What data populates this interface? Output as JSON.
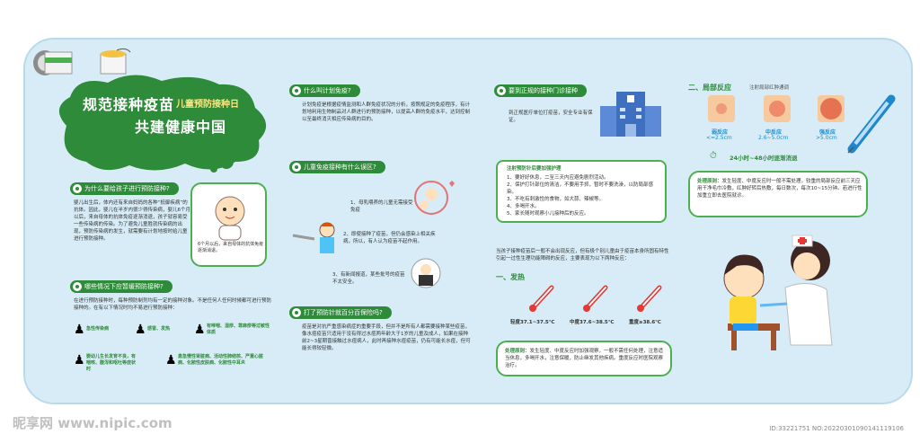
{
  "banner": {
    "line1": "规范接种疫苗",
    "line1b": "儿童预防接种日",
    "line2": "共建健康中国"
  },
  "col1": {
    "q1_title": "为什么要给孩子进行预防接种?",
    "q1_text": "婴儿出生后，体内还有来自妈妈的各种“抵御疾病”的抗体。因此，婴儿在半岁内很少得传染病，婴儿6个月以后，来自母体的抗体免疫逐渐消退，孩子就容易受一些传染病的传染。为了避免儿童胜就传染病的出现，预防传染病的发生，就需要有计划地按时给儿童进行预防接种。",
    "bubble_text": "6个月以后，来自母体的抗体免疫逐渐消退。",
    "q2_title": "哪些情况下应暂缓预防接种?",
    "q2_text": "在进行预防接种时，每种预防制剂均有一定的接种对象。不是任何人任何时候都可进行预防接种的。在有以下情况时均不易进行预防接种：",
    "conditions": [
      "急性传染病",
      "感冒、发热",
      "有哮喘、湿疹、荨麻疹等过敏性体质",
      "婴幼儿生长发育不良，有喘咳、腹泻和呕吐等症状时",
      "患急慢性肾脏病、活动性肺结核、严重心脏病、化脓性皮肤病、化脓性中耳炎"
    ]
  },
  "col2": {
    "q1_title": "什么叫计划免疫?",
    "q1_text": "计划免疫是根据疫情监测和人群免疫状况的分析，按照规定的免疫程序，有计划地利用生物制品对人群进行的预防接种，以提高人群的免疫水平，达到控制以至最终消灭相应传染病的目的。",
    "q2_title": "儿童免疫接种有什么误区?",
    "myth1": "1、母乳喂养的儿童无需接受免疫",
    "myth2": "2、即使接种了疫苗，但仍会感染上相关疾病，所以，有人认为疫苗不起作用。",
    "myth3": "3、有新闻报道，某些批号的疫苗不太安全。",
    "q3_title": "打了预防针就百分百保险吗?",
    "q3_text": "疫苗是对抗严重感染病症的重要手段，但并不是所有人都需要接种某些疫苗，像水痘疫苗只适用于没有得过水痘两年龄大于1岁的儿童及成人，如果在接种前2~3星期曾接触过水痘病人，此时再接种水痘疫苗，仍有可能长水痘，但可能长得较轻微。"
  },
  "col3": {
    "title": "要到正规的接种门诊接种",
    "text": "到正规医疗单位打疫苗，安全专业有保证。",
    "notes_title": "注射预防针后要加强护理",
    "notes": [
      "1、要好好休息，二至三天内应避免剧烈活动。",
      "2、保护打针部位的清洁，不要用手抓，暂时不要洗澡，以防局部感染。",
      "3、不吃有刺激性的食物，如大蒜、辣椒等。",
      "4、多喝开水。",
      "5、家长随时观察小儿接种后的反应。"
    ],
    "reaction_text": "当孩子接种疫苗后一般不会出现反应，但有极个别儿童由于疫苗本身所固有特性引起一过性生理功能障碍的反应，主要表现为以下两种反应：",
    "fever_title": "一、发热",
    "fever_levels": [
      {
        "label": "轻度37.1~37.5℃"
      },
      {
        "label": "中度37.6~38.5℃"
      },
      {
        "label": "重度≥38.6℃"
      }
    ],
    "principle_label": "处理原则：",
    "principle_text": "发生轻度、中度反应时加强观察，一般不需任何处理，注意适当休息，多喝开水，注意保暖，防止继发其他疾病。重度反应时医院观察治疗。"
  },
  "col4": {
    "local_title": "二、局部反应",
    "local_sub": "注射局部红肿通调",
    "levels": [
      {
        "name": "弱反应",
        "value": "<=2.5cm"
      },
      {
        "name": "中反应",
        "value": "2.6~5.0cm"
      },
      {
        "name": "强反应",
        "value": ">5.0cm"
      }
    ],
    "timer_text": "24小时~48小时逐渐消退",
    "principle_label": "处理原则：",
    "principle_text": "发生轻度、中度反应时一般不需处理。较重的局部反应前三天应用干净毛巾冷敷，红肿好转后热敷，每日数次，每次10~15分钟。若进行性加重立即去医院就诊。"
  },
  "footer": {
    "watermark_left": "昵享网 www.nipic.com",
    "watermark_right": "ID:33221751 NO:20220301090141119106"
  },
  "colors": {
    "primary_green": "#2e8b3a",
    "board_blue": "#d7ecf6",
    "light_green": "#4caf50"
  }
}
